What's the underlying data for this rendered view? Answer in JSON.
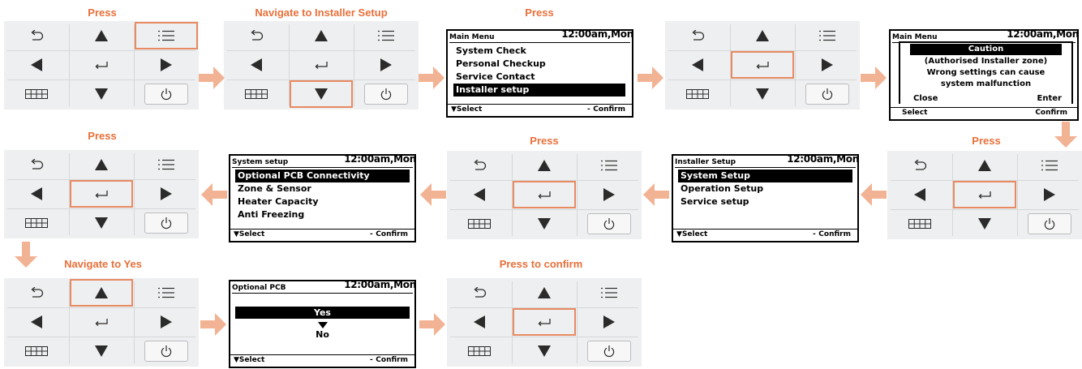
{
  "labels": {
    "step1": "Press",
    "step2": "Navigate to Installer Setup",
    "step3": "Press",
    "step6": "Press",
    "step7": "Press",
    "step9": "Press",
    "step10": "Navigate to Yes",
    "step12": "Press to confirm"
  },
  "screens": {
    "main_menu": {
      "title": "Main Menu",
      "time": "12:00am,Mon",
      "items": [
        "System Check",
        "Personal Checkup",
        "Service Contact",
        "Installer setup"
      ],
      "selected_index": 3,
      "footer_left": "▼Select",
      "footer_right": "⁃ Confirm"
    },
    "caution": {
      "bg_title": "Main Menu",
      "time": "12:00am,Mon",
      "title": "Caution",
      "line1": "(Authorised Installer zone)",
      "line2": "Wrong settings can cause",
      "line3": "system malfunction",
      "close": "Close",
      "enter": "Enter",
      "footer_left": "Select",
      "footer_right": "Confirm"
    },
    "installer_setup": {
      "title": "Installer Setup",
      "time": "12:00am,Mon",
      "items": [
        "System Setup",
        "Operation Setup",
        "Service setup"
      ],
      "selected_index": 0,
      "footer_left": "▼Select",
      "footer_right": "⁃ Confirm"
    },
    "system_setup": {
      "title": "System setup",
      "time": "12:00am,Mon",
      "items": [
        "Optional PCB Connectivity",
        "Zone & Sensor",
        "Heater Capacity",
        "Anti Freezing"
      ],
      "selected_index": 0,
      "footer_left": "▼Select",
      "footer_right": "⁃ Confirm"
    },
    "optional_pcb": {
      "title": "Optional PCB",
      "time": "12:00am,Mon",
      "yes": "Yes",
      "no": "No",
      "footer_left": "▼Select",
      "footer_right": "⁃ Confirm"
    }
  },
  "colors": {
    "accent": "#e8703a",
    "arrow": "#f2b394",
    "highlight": "#e88a62",
    "keypad_bg": "#eeeff0",
    "key_icon": "#2b2b2b"
  },
  "keypads": [
    {
      "id": "kp1",
      "highlight": "menu"
    },
    {
      "id": "kp2",
      "highlight": "down"
    },
    {
      "id": "kp3",
      "highlight": "enter"
    },
    {
      "id": "kp4",
      "highlight": "enter"
    },
    {
      "id": "kp5",
      "highlight": "enter"
    },
    {
      "id": "kp6",
      "highlight": "enter"
    },
    {
      "id": "kp7",
      "highlight": "up"
    },
    {
      "id": "kp8",
      "highlight": "enter"
    }
  ]
}
